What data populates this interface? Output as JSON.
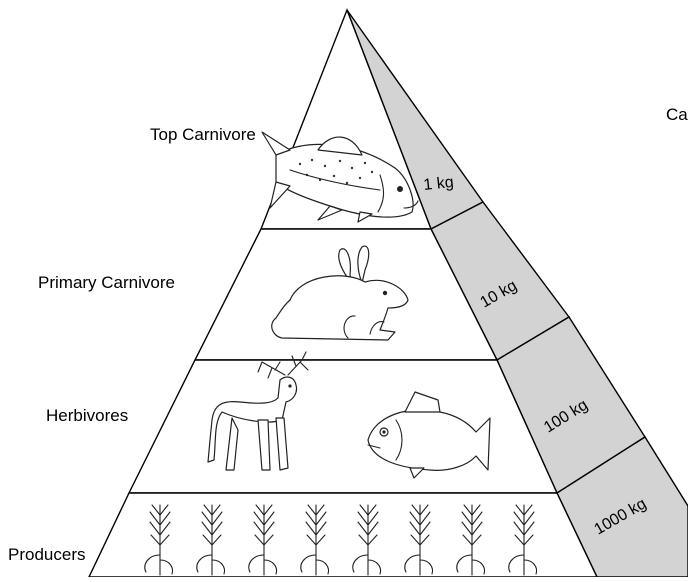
{
  "levels": [
    {
      "label": "Top Carnivore",
      "mass": "1 kg"
    },
    {
      "label": "Primary Carnivore",
      "mass": "10 kg"
    },
    {
      "label": "Herbivores",
      "mass": "100 kg"
    },
    {
      "label": "Producers",
      "mass": "1000 kg"
    }
  ],
  "cut_off_label": "Ca",
  "colors": {
    "side_face": "#d3d3d3",
    "front_face": "#ffffff",
    "outline": "#000000"
  },
  "icons": [
    "fish-icon",
    "rabbit-icon",
    "deer-icon",
    "fish-icon",
    "plant-icon"
  ]
}
